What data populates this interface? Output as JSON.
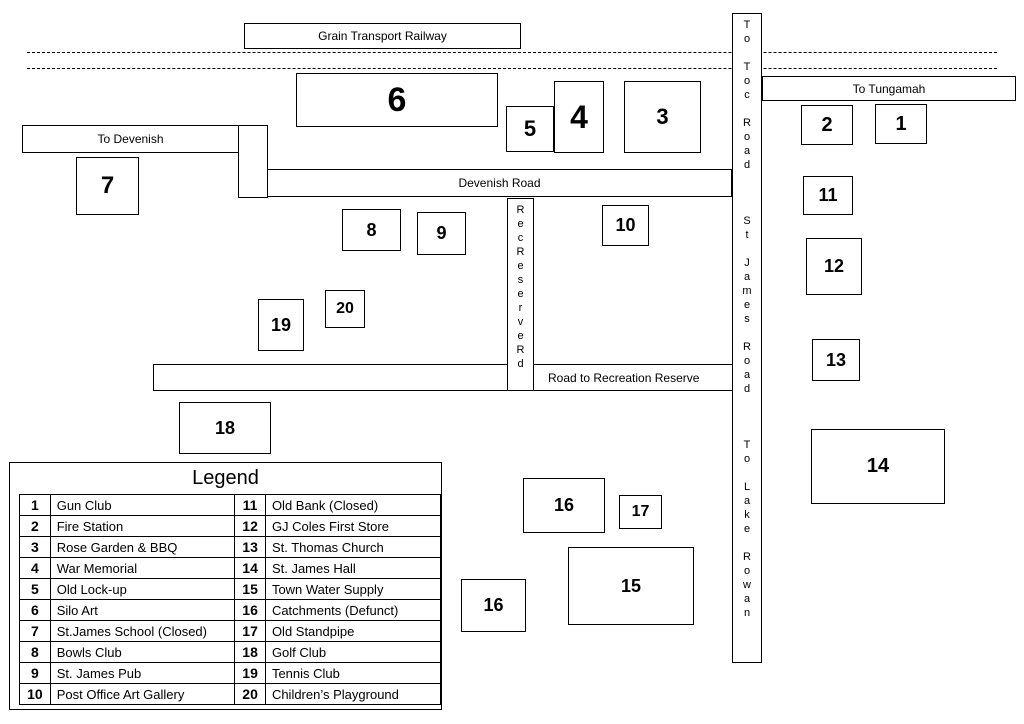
{
  "roads": {
    "railway": "Grain Transport Railway",
    "to_tungamah": "To Tungamah",
    "to_devenish": "To Devenish",
    "devenish_road": "Devenish Road",
    "road_to_recreation_reserve": "Road to Recreation Reserve",
    "rec_reserve_rd": [
      "R",
      "e",
      "c",
      "R",
      "e",
      "s",
      "e",
      "r",
      "v",
      "e",
      "R",
      "d"
    ],
    "st_james_road": [
      "T",
      "o",
      "",
      "T",
      "o",
      "c",
      "",
      "R",
      "o",
      "a",
      "d",
      "",
      "",
      "",
      "S",
      "t",
      "",
      "J",
      "a",
      "m",
      "e",
      "s",
      "",
      "R",
      "o",
      "a",
      "d",
      "",
      "",
      "",
      "T",
      "o",
      "",
      "L",
      "a",
      "k",
      "e",
      "",
      "R",
      "o",
      "w",
      "a",
      "n"
    ]
  },
  "buildings": [
    "1",
    "2",
    "3",
    "4",
    "5",
    "6",
    "7",
    "8",
    "9",
    "10",
    "11",
    "12",
    "13",
    "14",
    "15",
    "16",
    "16",
    "17",
    "18",
    "19",
    "20"
  ],
  "legend": {
    "title": "Legend",
    "rows": [
      {
        "n1": "1",
        "l1": "Gun Club",
        "n2": "11",
        "l2": "Old Bank (Closed)"
      },
      {
        "n1": "2",
        "l1": "Fire Station",
        "n2": "12",
        "l2": "GJ Coles First Store"
      },
      {
        "n1": "3",
        "l1": "Rose Garden & BBQ",
        "n2": "13",
        "l2": "St. Thomas Church"
      },
      {
        "n1": "4",
        "l1": "War Memorial",
        "n2": "14",
        "l2": "St. James Hall"
      },
      {
        "n1": "5",
        "l1": "Old Lock-up",
        "n2": "15",
        "l2": "Town Water Supply"
      },
      {
        "n1": "6",
        "l1": "Silo Art",
        "n2": "16",
        "l2": "Catchments (Defunct)"
      },
      {
        "n1": "7",
        "l1": "St.James School (Closed)",
        "n2": "17",
        "l2": "Old Standpipe"
      },
      {
        "n1": "8",
        "l1": "Bowls Club",
        "n2": "18",
        "l2": "Golf Club"
      },
      {
        "n1": "9",
        "l1": "St. James Pub",
        "n2": "19",
        "l2": "Tennis Club"
      },
      {
        "n1": "10",
        "l1": "Post Office Art Gallery",
        "n2": "20",
        "l2": "Children’s Playground"
      }
    ]
  }
}
